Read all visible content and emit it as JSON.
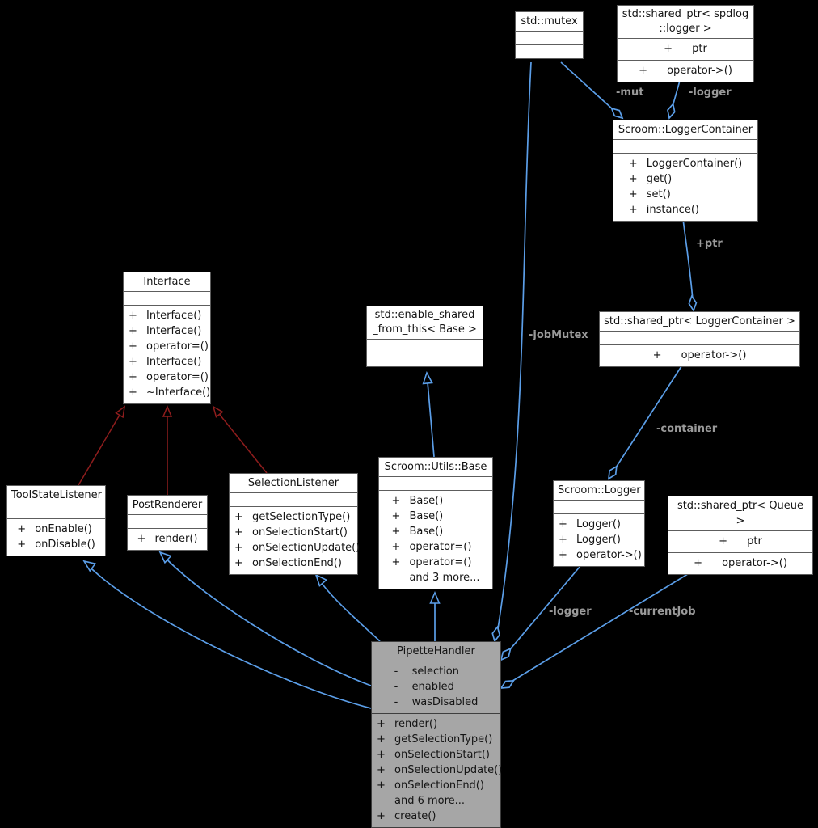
{
  "diagram": {
    "type": "uml-collaboration-diagram",
    "colors": {
      "background": "#000000",
      "box_fill": "#ffffff",
      "box_border": "#5d5d5d",
      "highlight_fill": "#a6a6a6",
      "association_edge": "#5b9ee8",
      "inheritance_edge_blue": "#5b9ee8",
      "inheritance_edge_red": "#8f1d1d",
      "edge_label_text": "#9a9a9a"
    }
  },
  "classes": {
    "std_mutex": {
      "title": "std::mutex",
      "attributes": [],
      "methods": []
    },
    "sptr_spdlog": {
      "title_lines": [
        "std::shared_ptr< spdlog",
        "::logger >"
      ],
      "attributes": [
        {
          "sign": "+",
          "name": "ptr"
        }
      ],
      "methods": [
        {
          "sign": "+",
          "name": "operator->()"
        }
      ]
    },
    "logger_container": {
      "title": "Scroom::LoggerContainer",
      "attributes": [],
      "methods": [
        {
          "sign": "+",
          "name": "LoggerContainer()"
        },
        {
          "sign": "+",
          "name": "get()"
        },
        {
          "sign": "+",
          "name": "set()"
        },
        {
          "sign": "+",
          "name": "instance()"
        }
      ]
    },
    "interface": {
      "title": "Interface",
      "attributes": [],
      "methods": [
        {
          "sign": "+",
          "name": "Interface()"
        },
        {
          "sign": "+",
          "name": "Interface()"
        },
        {
          "sign": "+",
          "name": "operator=()"
        },
        {
          "sign": "+",
          "name": "Interface()"
        },
        {
          "sign": "+",
          "name": "operator=()"
        },
        {
          "sign": "+",
          "name": "~Interface()"
        }
      ]
    },
    "enable_shared": {
      "title_lines": [
        "std::enable_shared",
        "_from_this< Base >"
      ],
      "attributes": [],
      "methods": []
    },
    "sptr_logger_container": {
      "title": "std::shared_ptr< LoggerContainer >",
      "attributes": [],
      "methods": [
        {
          "sign": "+",
          "name": "operator->()"
        }
      ]
    },
    "tool_state_listener": {
      "title": "ToolStateListener",
      "attributes": [],
      "methods": [
        {
          "sign": "+",
          "name": "onEnable()"
        },
        {
          "sign": "+",
          "name": "onDisable()"
        }
      ]
    },
    "post_renderer": {
      "title": "PostRenderer",
      "attributes": [],
      "methods": [
        {
          "sign": "+",
          "name": "render()"
        }
      ]
    },
    "selection_listener": {
      "title": "SelectionListener",
      "attributes": [],
      "methods": [
        {
          "sign": "+",
          "name": "getSelectionType()"
        },
        {
          "sign": "+",
          "name": "onSelectionStart()"
        },
        {
          "sign": "+",
          "name": "onSelectionUpdate()"
        },
        {
          "sign": "+",
          "name": "onSelectionEnd()"
        }
      ]
    },
    "utils_base": {
      "title": "Scroom::Utils::Base",
      "attributes": [],
      "methods": [
        {
          "sign": "+",
          "name": "Base()"
        },
        {
          "sign": "+",
          "name": "Base()"
        },
        {
          "sign": "+",
          "name": "Base()"
        },
        {
          "sign": "+",
          "name": "operator=()"
        },
        {
          "sign": "+",
          "name": "operator=()"
        },
        {
          "sign": "",
          "name": "and 3 more..."
        }
      ]
    },
    "scroom_logger": {
      "title": "Scroom::Logger",
      "attributes": [],
      "methods": [
        {
          "sign": "+",
          "name": "Logger()"
        },
        {
          "sign": "+",
          "name": "Logger()"
        },
        {
          "sign": "+",
          "name": "operator->()"
        }
      ]
    },
    "sptr_queue": {
      "title": "std::shared_ptr< Queue >",
      "attributes": [
        {
          "sign": "+",
          "name": "ptr"
        }
      ],
      "methods": [
        {
          "sign": "+",
          "name": "operator->()"
        }
      ]
    },
    "pipette_handler": {
      "title": "PipetteHandler",
      "attributes": [
        {
          "sign": "-",
          "name": "selection"
        },
        {
          "sign": "-",
          "name": "enabled"
        },
        {
          "sign": "-",
          "name": "wasDisabled"
        }
      ],
      "methods": [
        {
          "sign": "+",
          "name": "render()"
        },
        {
          "sign": "+",
          "name": "getSelectionType()"
        },
        {
          "sign": "+",
          "name": "onSelectionStart()"
        },
        {
          "sign": "+",
          "name": "onSelectionUpdate()"
        },
        {
          "sign": "+",
          "name": "onSelectionEnd()"
        },
        {
          "sign": "",
          "name": "and 6 more..."
        },
        {
          "sign": "+",
          "name": "create()"
        }
      ]
    }
  },
  "edges": [
    {
      "from": "PipetteHandler",
      "to": "std::mutex",
      "label": "-jobMutex",
      "type": "aggregation"
    },
    {
      "from": "Scroom::LoggerContainer",
      "to": "std::mutex",
      "label": "-mut",
      "type": "aggregation"
    },
    {
      "from": "Scroom::LoggerContainer",
      "to": "std::shared_ptr< spdlog::logger >",
      "label": "-logger",
      "type": "aggregation"
    },
    {
      "from": "std::shared_ptr< LoggerContainer >",
      "to": "Scroom::LoggerContainer",
      "label": "+ptr",
      "type": "aggregation"
    },
    {
      "from": "Scroom::Logger",
      "to": "std::shared_ptr< LoggerContainer >",
      "label": "-container",
      "type": "aggregation"
    },
    {
      "from": "PipetteHandler",
      "to": "Scroom::Logger",
      "label": "-logger",
      "type": "aggregation"
    },
    {
      "from": "PipetteHandler",
      "to": "std::shared_ptr< Queue >",
      "label": "-currentJob",
      "type": "aggregation"
    },
    {
      "from": "PipetteHandler",
      "to": "ToolStateListener",
      "label": "",
      "type": "inheritance"
    },
    {
      "from": "PipetteHandler",
      "to": "PostRenderer",
      "label": "",
      "type": "inheritance"
    },
    {
      "from": "PipetteHandler",
      "to": "SelectionListener",
      "label": "",
      "type": "inheritance"
    },
    {
      "from": "PipetteHandler",
      "to": "Scroom::Utils::Base",
      "label": "",
      "type": "inheritance"
    },
    {
      "from": "Scroom::Utils::Base",
      "to": "std::enable_shared_from_this< Base >",
      "label": "",
      "type": "inheritance"
    },
    {
      "from": "ToolStateListener",
      "to": "Interface",
      "label": "",
      "type": "inheritance-red"
    },
    {
      "from": "PostRenderer",
      "to": "Interface",
      "label": "",
      "type": "inheritance-red"
    },
    {
      "from": "SelectionListener",
      "to": "Interface",
      "label": "",
      "type": "inheritance-red"
    }
  ]
}
